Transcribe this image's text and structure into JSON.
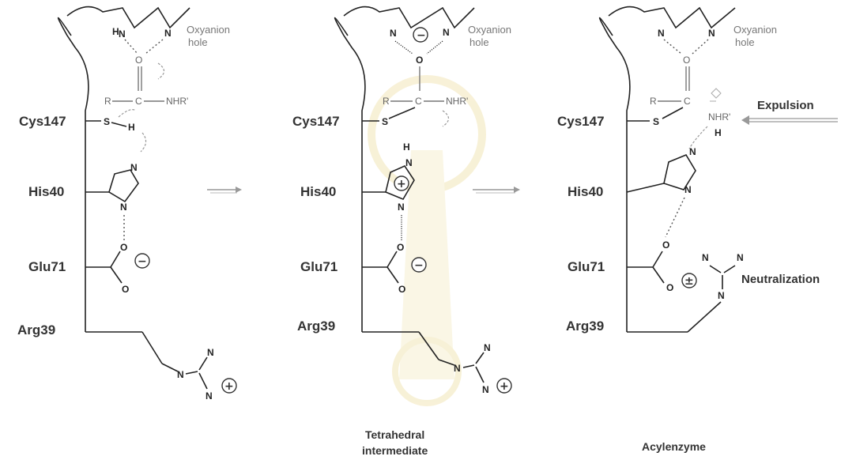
{
  "labels": {
    "oxyanion": "Oxyanion",
    "hole": "hole",
    "cys": "Cys147",
    "his": "His40",
    "glu": "Glu71",
    "arg": "Arg39",
    "expulsion": "Expulsion",
    "neutralization": "Neutralization",
    "cap_mid_1": "Tetrahedral",
    "cap_mid_2": "intermediate",
    "cap_right": "Acylenzyme"
  },
  "atoms": {
    "N": "N",
    "H": "H",
    "O": "O",
    "C": "C",
    "S": "S",
    "R": "R",
    "NHR": "NHR'"
  },
  "charges": {
    "minus": "⊖",
    "plus": "⊕",
    "plusminus": "±"
  },
  "colors": {
    "ink": "#222222",
    "gray": "#777777",
    "watermark": "#f2e6b8"
  }
}
